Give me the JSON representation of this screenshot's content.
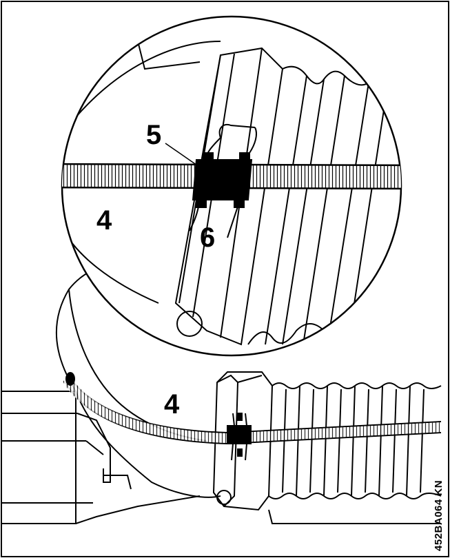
{
  "callouts": {
    "item_5": "5",
    "item_4_detail": "4",
    "item_6": "6",
    "item_4_main": "4"
  },
  "reference_code": "452BA064 KN",
  "colors": {
    "line": "#000000",
    "background": "#ffffff"
  }
}
